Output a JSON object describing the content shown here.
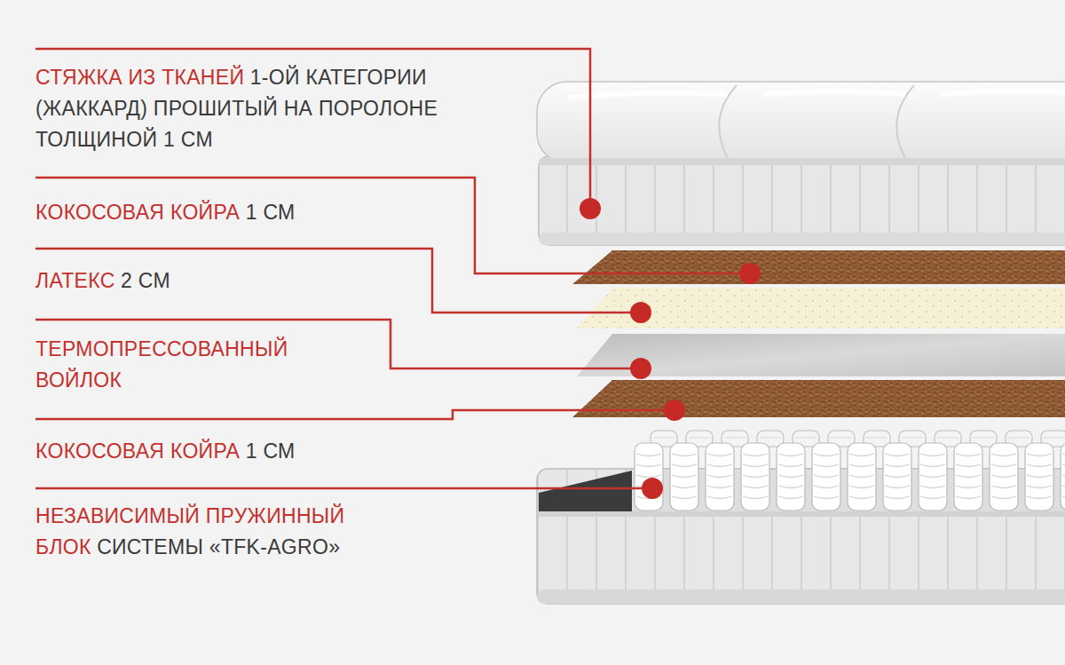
{
  "diagram": {
    "labels": [
      "СТЯЖКА ИЗ ТКАНЕЙ",
      "1-ОЙ КАТЕГОРИИ (ЖАККАРД) ПРОШИТЫЙ НА ПОРОЛОНЕ ТОЛЩИНОЙ 1 СМ",
      "КОКОСОВАЯ КОЙРА",
      "1 СМ",
      "ЛАТЕКС",
      "2 СМ",
      "ТЕРМОПРЕССОВАННЫЙ ВОЙЛОК",
      "КОКОСОВАЯ КОЙРА",
      "1 СМ",
      "НЕЗАВИСИМЫЙ ПРУЖИННЫЙ БЛОК",
      "СИСТЕМЫ «TFK-AGRO»"
    ]
  }
}
